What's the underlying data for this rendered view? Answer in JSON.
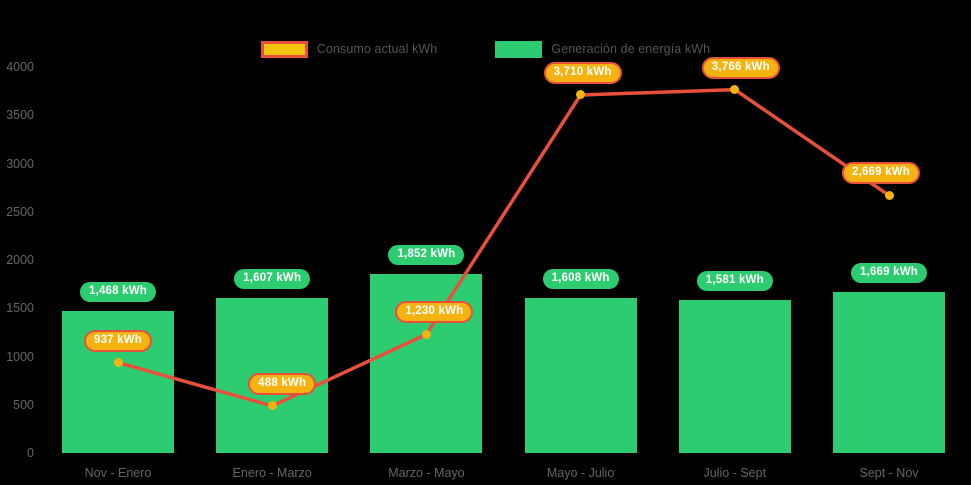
{
  "chart_data": {
    "type": "bar",
    "title": "",
    "xlabel": "",
    "ylabel": "",
    "ylim": [
      0,
      4000
    ],
    "grid": false,
    "legend_position": "top-center",
    "categories": [
      "Nov - Enero",
      "Enero - Marzo",
      "Marzo - Mayo",
      "Mayo - Julio",
      "Julio - Sept",
      "Sept - Nov"
    ],
    "yticks": [
      "0",
      "500",
      "1000",
      "1500",
      "2000",
      "2500",
      "3000",
      "3500",
      "4000"
    ],
    "ytick_values": [
      0,
      500,
      1000,
      1500,
      2000,
      2500,
      3000,
      3500,
      4000
    ],
    "series": [
      {
        "name": "Generación de energía kWh",
        "chart_type": "bar",
        "color": "#2ECC71",
        "values": [
          1468,
          1607,
          1852,
          1608,
          1581,
          1669
        ],
        "labels": [
          "1,468 kWh",
          "1,607 kWh",
          "1,852 kWh",
          "1,608 kWh",
          "1,581 kWh",
          "1,669 kWh"
        ]
      },
      {
        "name": "Consumo actual kWh",
        "chart_type": "line",
        "color": "#E8503C",
        "marker_color": "#F5B312",
        "values": [
          937,
          488,
          1230,
          3710,
          3766,
          2669
        ],
        "labels": [
          "937 kWh",
          "488 kWh",
          "1,230 kWh",
          "3,710 kWh",
          "3,766 kWh",
          "2,669 kWh"
        ]
      }
    ]
  },
  "legend": {
    "items": [
      {
        "label": "Consumo actual kWh",
        "swatch": "line-swatch",
        "color": "#F2C50F",
        "border": "#E8503C"
      },
      {
        "label": "Generación de energía kWh",
        "swatch": "bar-swatch",
        "color": "#2ECC71",
        "border": "#2ECC71"
      }
    ]
  },
  "colors": {
    "background": "#000000",
    "bar": "#2ECC71",
    "line": "#E8503C",
    "marker": "#F5B312",
    "axis_text": "#666666",
    "legend_text": "#555555"
  }
}
